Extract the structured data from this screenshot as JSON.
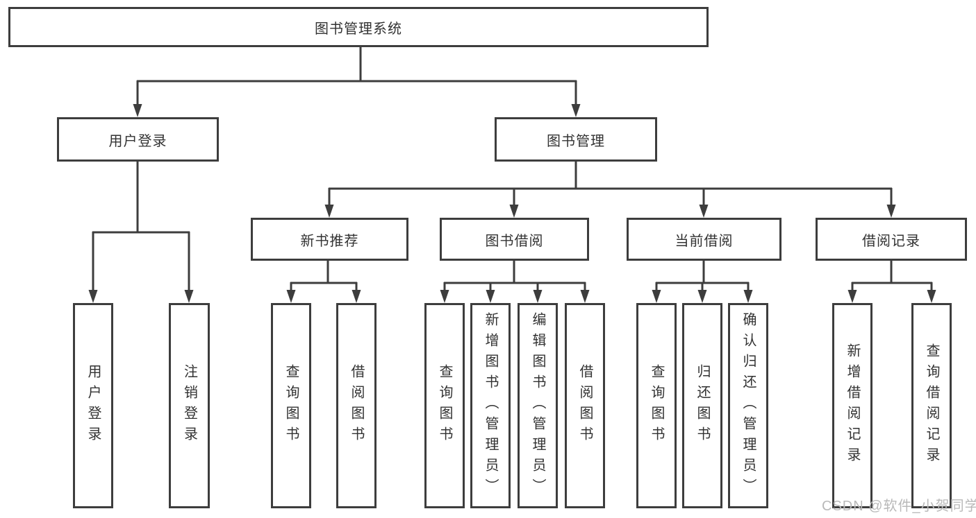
{
  "diagram": {
    "title": "图书管理系统",
    "nodes": [
      {
        "id": "root",
        "label": "图书管理系统",
        "parent": null
      },
      {
        "id": "user-login",
        "label": "用户登录",
        "parent": "root"
      },
      {
        "id": "book-management",
        "label": "图书管理",
        "parent": "root"
      },
      {
        "id": "new-book-recommend",
        "label": "新书推荐",
        "parent": "book-management"
      },
      {
        "id": "book-borrowing",
        "label": "图书借阅",
        "parent": "book-management"
      },
      {
        "id": "current-borrowing",
        "label": "当前借阅",
        "parent": "book-management"
      },
      {
        "id": "borrowing-records",
        "label": "借阅记录",
        "parent": "book-management"
      },
      {
        "id": "user-login-action",
        "label": "用户登录",
        "parent": "user-login"
      },
      {
        "id": "logout-action",
        "label": "注销登录",
        "parent": "user-login"
      },
      {
        "id": "query-books-recommend",
        "label": "查询图书",
        "parent": "new-book-recommend"
      },
      {
        "id": "borrow-books-recommend",
        "label": "借阅图书",
        "parent": "new-book-recommend"
      },
      {
        "id": "query-books-borrowing",
        "label": "查询图书",
        "parent": "book-borrowing"
      },
      {
        "id": "add-books-admin",
        "label": "新增图书（管理员）",
        "parent": "book-borrowing"
      },
      {
        "id": "edit-books-admin",
        "label": "编辑图书（管理员）",
        "parent": "book-borrowing"
      },
      {
        "id": "borrow-books-borrowing",
        "label": "借阅图书",
        "parent": "book-borrowing"
      },
      {
        "id": "query-books-current",
        "label": "查询图书",
        "parent": "current-borrowing"
      },
      {
        "id": "return-books",
        "label": "归还图书",
        "parent": "current-borrowing"
      },
      {
        "id": "confirm-return-admin",
        "label": "确认归还（管理员）",
        "parent": "current-borrowing"
      },
      {
        "id": "add-borrow-record",
        "label": "新增借阅记录",
        "parent": "borrowing-records"
      },
      {
        "id": "query-borrow-record",
        "label": "查询借阅记录",
        "parent": "borrowing-records"
      }
    ]
  },
  "watermark": {
    "text": "CSDN @软件_小贺同学"
  },
  "colors": {
    "line": "#3d3d3d",
    "text": "#323232",
    "watermark": "#b9b9b9",
    "background": "#ffffff"
  }
}
